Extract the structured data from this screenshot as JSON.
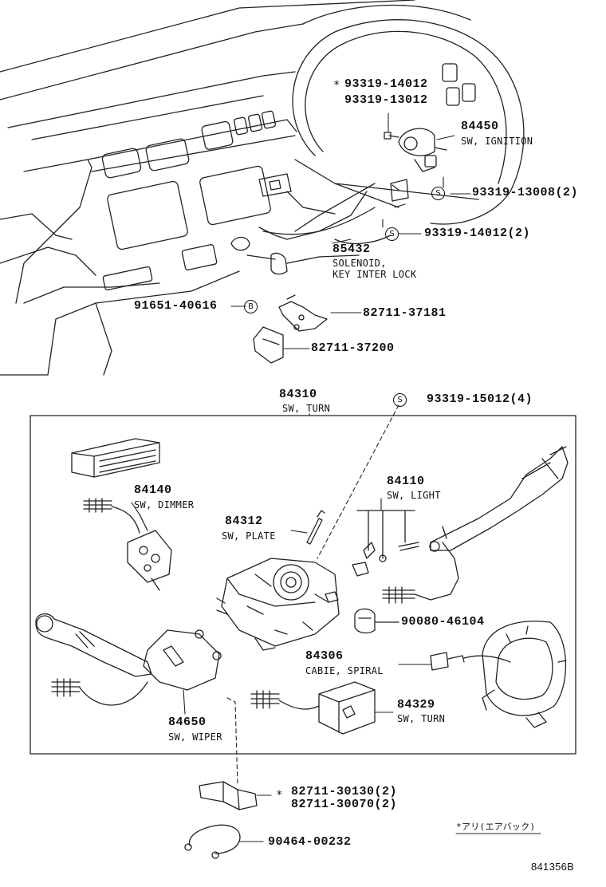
{
  "labels": {
    "p_93319_14012_star": "93319-14012",
    "p_93319_13012": "93319-13012",
    "p_84450": "84450",
    "n_84450": "SW, IGNITION",
    "p_93319_13008": "93319-13008(2)",
    "p_93319_14012_2": "93319-14012(2)",
    "p_85432": "85432",
    "n_85432_1": "SOLENOID,",
    "n_85432_2": "KEY INTER LOCK",
    "p_91651_40616": "91651-40616",
    "p_82711_37181": "82711-37181",
    "p_82711_37200": "82711-37200",
    "p_84310": "84310",
    "n_84310": "SW, TURN",
    "p_93319_15012": "93319-15012(4)",
    "p_84140": "84140",
    "n_84140": "SW, DIMMER",
    "p_84110": "84110",
    "n_84110": "SW, LIGHT",
    "p_84312": "84312",
    "n_84312": "SW, PLATE",
    "p_90080_46104": "90080-46104",
    "p_84306": "84306",
    "n_84306": "CABIE, SPIRAL",
    "p_84329": "84329",
    "n_84329": "SW, TURN",
    "p_84650": "84650",
    "n_84650": "SW, WIPER",
    "p_82711_30130": "82711-30130(2)",
    "p_82711_30070": "82711-30070(2)",
    "p_90464_00232": "90464-00232",
    "note_airbag": "*アリ(エアバック)",
    "star": "*",
    "drawing_no": "841356B"
  },
  "symbols": {
    "s": "S",
    "b": "B"
  }
}
